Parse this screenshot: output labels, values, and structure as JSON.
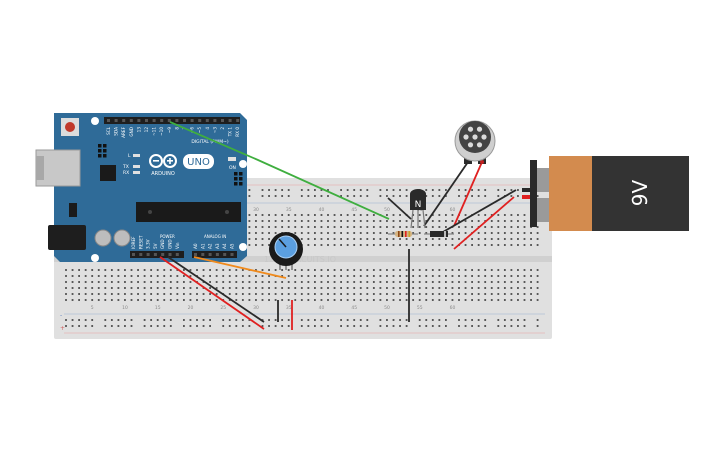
{
  "arduino": {
    "brand": "ARDUINO",
    "model": "UNO",
    "digital_header": "DIGITAL (PWM~)",
    "on_label": "ON",
    "l_label": "L",
    "tx_label": "TX",
    "rx_label": "RX",
    "power_label": "POWER",
    "analog_label": "ANALOG IN",
    "digital_pins": [
      "SCL",
      "SDA",
      "AREF",
      "GND",
      "13",
      "12",
      "~11",
      "~10",
      "~9",
      "8",
      "7",
      "~6",
      "~5",
      "4",
      "~3",
      "2",
      "TX 1",
      "RX 0"
    ],
    "power_pins": [
      "IOREF",
      "RESET",
      "3.3V",
      "5V",
      "GND",
      "GND",
      "Vin"
    ],
    "analog_pins": [
      "A0",
      "A1",
      "A2",
      "A3",
      "A4",
      "A5"
    ]
  },
  "breadboard": {
    "watermark": "123D.CIRCUITS.IO",
    "column_labels": [
      "5",
      "10",
      "15",
      "20",
      "25",
      "30",
      "35",
      "40",
      "45",
      "50",
      "55",
      "60"
    ],
    "plus_sign": "+",
    "minus_sign": "-"
  },
  "transistor": {
    "label": "N"
  },
  "battery": {
    "label": "9V"
  },
  "colors": {
    "arduino_blue": "#2f6b98",
    "breadboard": "#e0e0e0",
    "wire_red": "#e02020",
    "wire_black": "#2a2a2a",
    "wire_green": "#3fae3f",
    "wire_orange": "#f08a1c",
    "battery_orange": "#d38b4e",
    "battery_black": "#333333",
    "pot_blue": "#5b9fe0"
  }
}
